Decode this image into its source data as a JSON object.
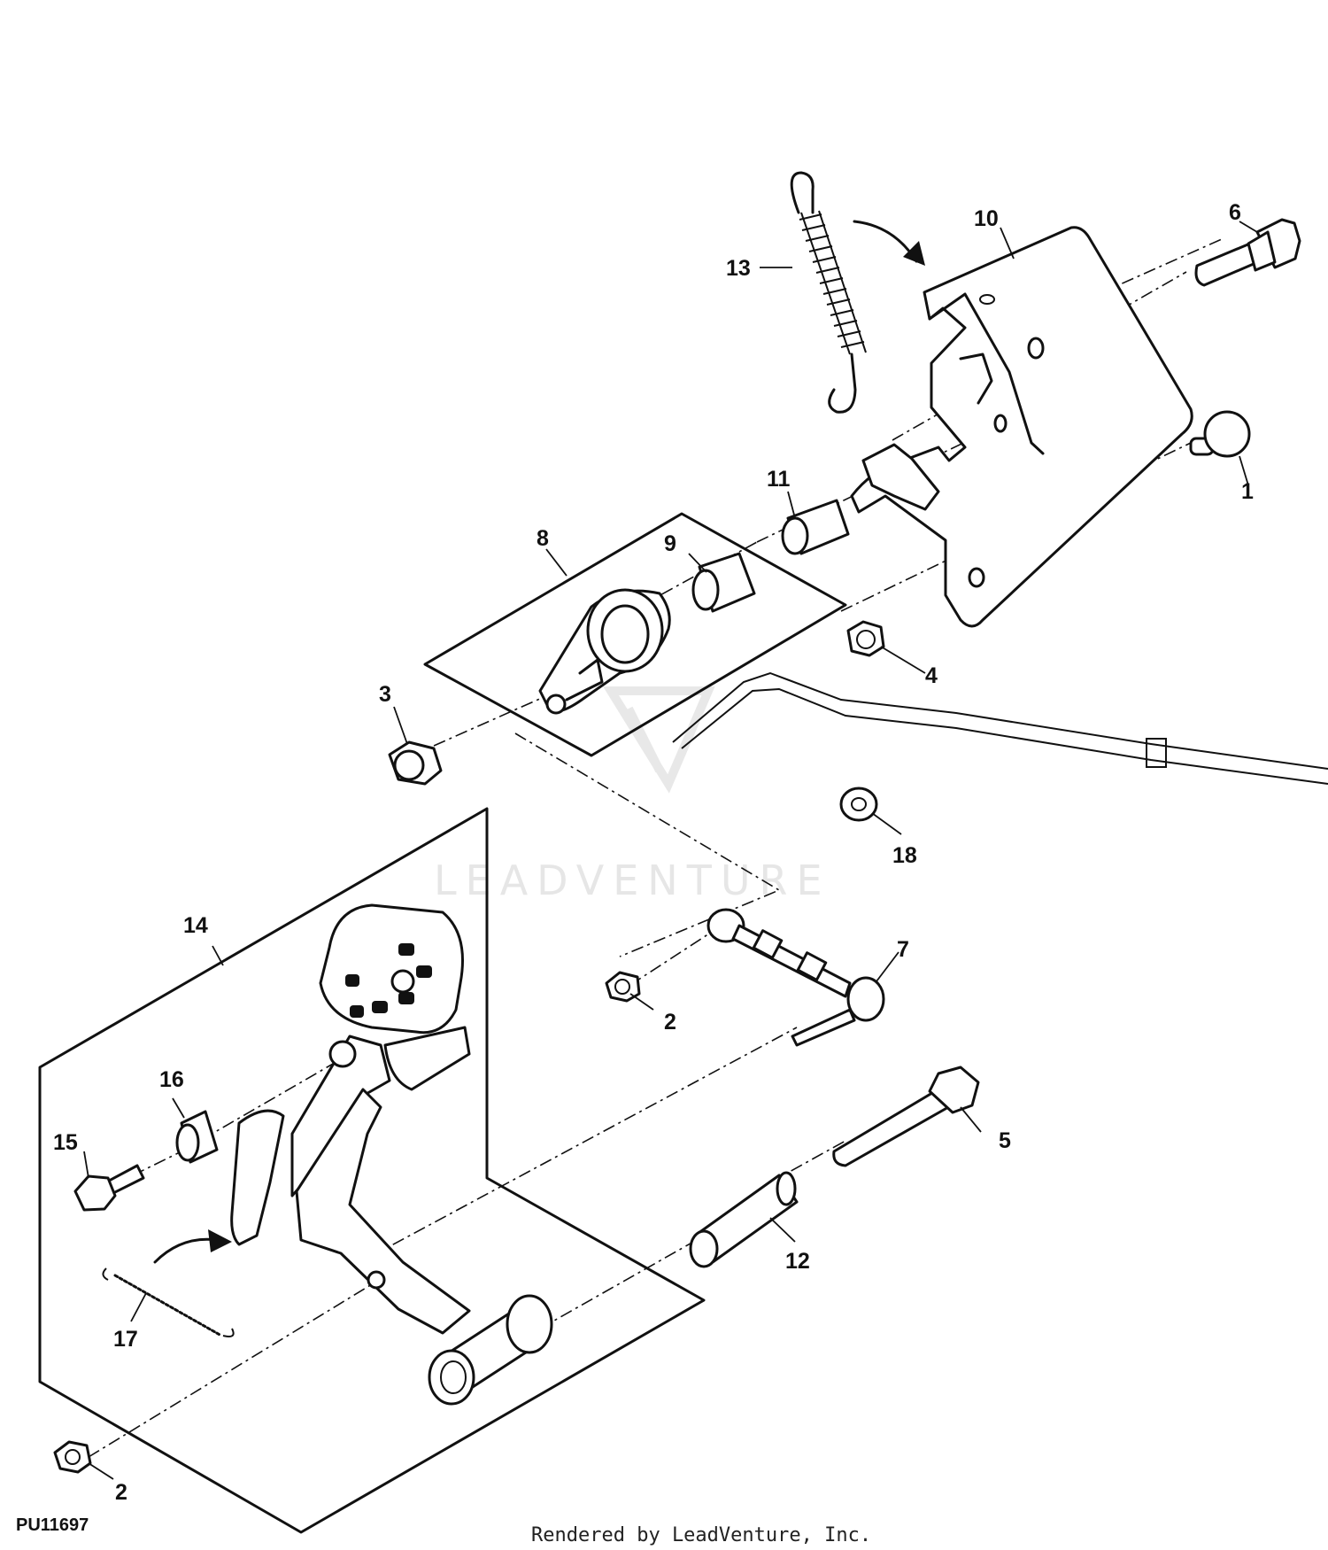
{
  "figure_id": "PU11697",
  "footer": "Rendered by LeadVenture, Inc.",
  "watermark": "LEADVENTURE",
  "callouts": {
    "c1": "1",
    "c2a": "2",
    "c2b": "2",
    "c3": "3",
    "c4": "4",
    "c5": "5",
    "c6": "6",
    "c7": "7",
    "c8": "8",
    "c9": "9",
    "c10": "10",
    "c11": "11",
    "c12": "12",
    "c13": "13",
    "c14": "14",
    "c15": "15",
    "c16": "16",
    "c17": "17",
    "c18": "18"
  }
}
